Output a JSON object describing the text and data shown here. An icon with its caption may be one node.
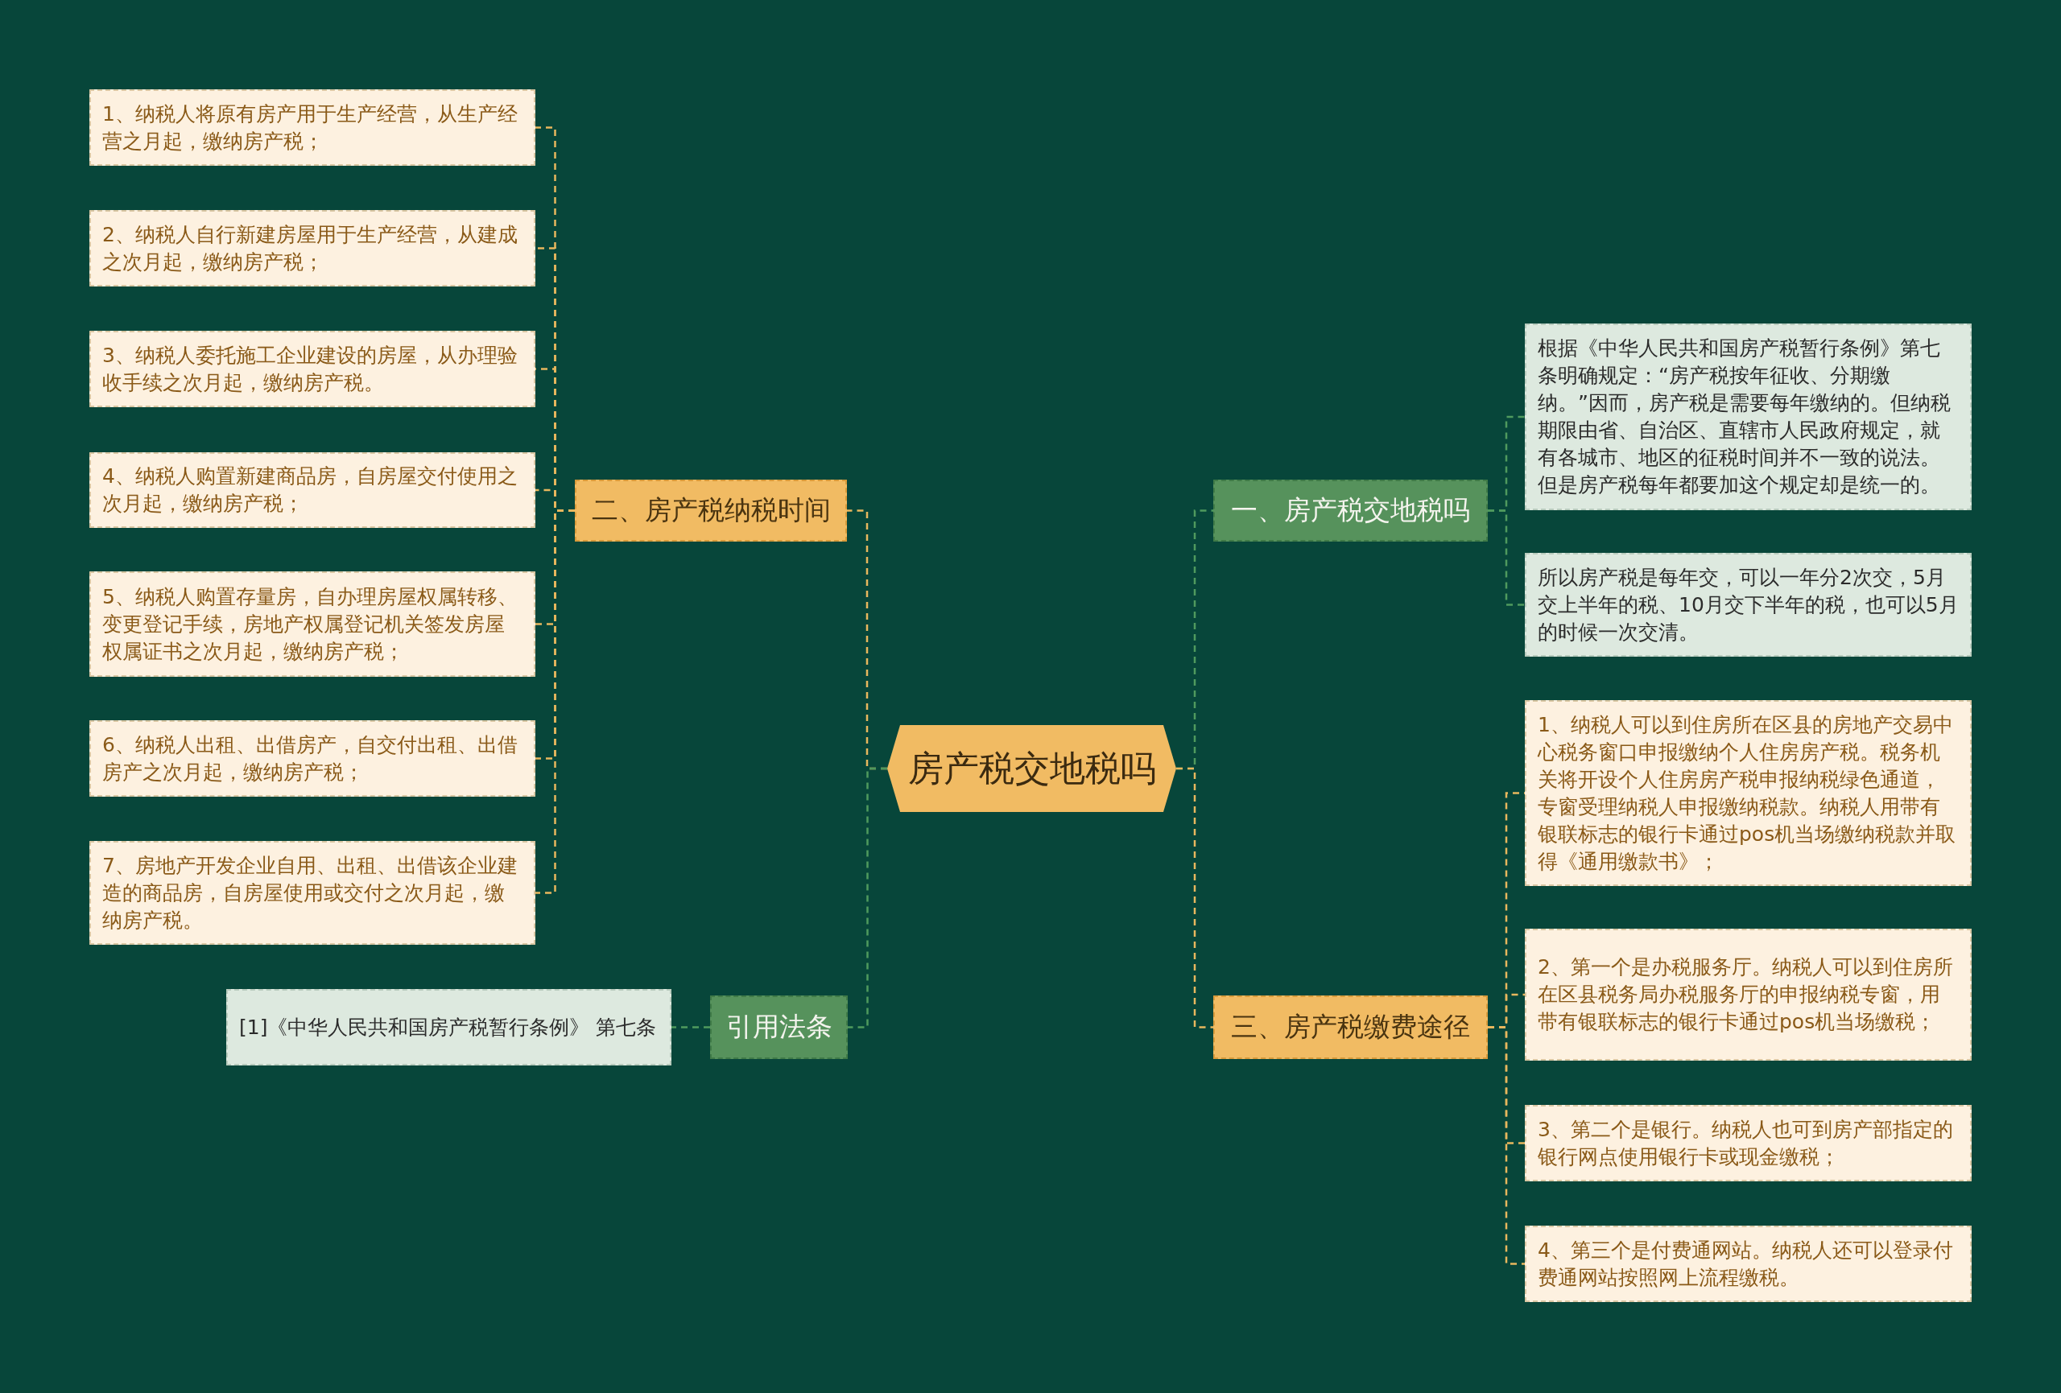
{
  "diagram": {
    "nodes": [
      {
        "text": [
          "房产税交地税吗"
        ]
      },
      {
        "text": [
          "一、房产税交地税吗"
        ]
      },
      {
        "text": [
          "根据《中华人民共和国房产税暂行条例》第七条明确规定：“房产税按年征收、分期缴纳。”因而，房产税是需要每年缴纳的。但纳税期限由省、自治区、直辖市人民政府规定，就有各城市、地区的征税时间并不一致的说法。但是房产税每年都要加这个规定却是统一的。"
        ]
      },
      {
        "text": [
          "所以房产税是每年交，可以一年分2次交，5月交上半年的税、10月交下半年的税，也可以5月的时候一次交清。"
        ]
      },
      {
        "text": [
          "二、房产税纳税时间"
        ]
      },
      {
        "text": [
          "1、纳税人将原有房产用于生产经营，从生产经营之月起，缴纳房产税；"
        ]
      },
      {
        "text": [
          "2、纳税人自行新建房屋用于生产经营，从建成之次月起，缴纳房产税；"
        ]
      },
      {
        "text": [
          "3、纳税人委托施工企业建设的房屋，从办理验收手续之次月起，缴纳房产税。"
        ]
      },
      {
        "text": [
          "4、纳税人购置新建商品房，自房屋交付使用之次月起，缴纳房产税；"
        ]
      },
      {
        "text": [
          "5、纳税人购置存量房，自办理房屋权属转移、变更登记手续，房地产权属登记机关签发房屋权属证书之次月起，缴纳房产税；"
        ]
      },
      {
        "text": [
          "6、纳税人出租、出借房产，自交付出租、出借房产之次月起，缴纳房产税；"
        ]
      },
      {
        "text": [
          "7、房地产开发企业自用、出租、出借该企业建造的商品房，自房屋使用或交付之次月起，缴纳房产税。"
        ]
      },
      {
        "text": [
          "三、房产税缴费途径"
        ]
      },
      {
        "text": [
          "1、纳税人可以到住房所在区县的房地产交易中心税务窗口申报缴纳个人住房房产税。税务机关将开设个人住房房产税申报纳税绿色通道，专窗受理纳税人申报缴纳税款。纳税人用带有银联标志的银行卡通过pos机当场缴纳税款并取得《通用缴款书》；"
        ]
      },
      {
        "text": [
          "2、第一个是办税服务厅。纳税人可以到住房所在区县税务局办税服务厅的申报纳税专窗，用带有银联标志的银行卡通过pos机当场缴税；"
        ]
      },
      {
        "text": [
          "3、第二个是银行。纳税人也可到房产部指定的银行网点使用银行卡或现金缴税；"
        ]
      },
      {
        "text": [
          "4、第三个是付费通网站。纳税人还可以登录付费通网站按照网上流程缴税。"
        ]
      },
      {
        "text": [
          "引用法条"
        ]
      },
      {
        "text": [
          "[1]《中华人民共和国房产税暂行条例》 第七条"
        ]
      }
    ],
    "edges": [
      {
        "from": 0,
        "to": 1,
        "arrow": "none",
        "color": "#4f9a5e"
      },
      {
        "from": 1,
        "to": 2,
        "arrow": "none",
        "color": "#4f9a5e"
      },
      {
        "from": 1,
        "to": 3,
        "arrow": "none",
        "color": "#4f9a5e"
      },
      {
        "from": 0,
        "to": 4,
        "arrow": "none"
      },
      {
        "from": 4,
        "to": 5,
        "arrow": "none"
      },
      {
        "from": 4,
        "to": 6,
        "arrow": "none"
      },
      {
        "from": 4,
        "to": 7,
        "arrow": "none"
      },
      {
        "from": 4,
        "to": 8,
        "arrow": "none"
      },
      {
        "from": 4,
        "to": 9,
        "arrow": "none"
      },
      {
        "from": 4,
        "to": 10,
        "arrow": "none"
      },
      {
        "from": 4,
        "to": 11,
        "arrow": "none"
      },
      {
        "from": 0,
        "to": 12,
        "arrow": "none"
      },
      {
        "from": 12,
        "to": 13,
        "arrow": "none"
      },
      {
        "from": 12,
        "to": 14,
        "arrow": "none"
      },
      {
        "from": 12,
        "to": 15,
        "arrow": "none"
      },
      {
        "from": 12,
        "to": 16,
        "arrow": "none"
      },
      {
        "from": 0,
        "to": 17,
        "arrow": "none",
        "color": "#4f9a5e"
      },
      {
        "from": 17,
        "to": 18,
        "arrow": "none",
        "color": "#4f9a5e"
      }
    ]
  }
}
